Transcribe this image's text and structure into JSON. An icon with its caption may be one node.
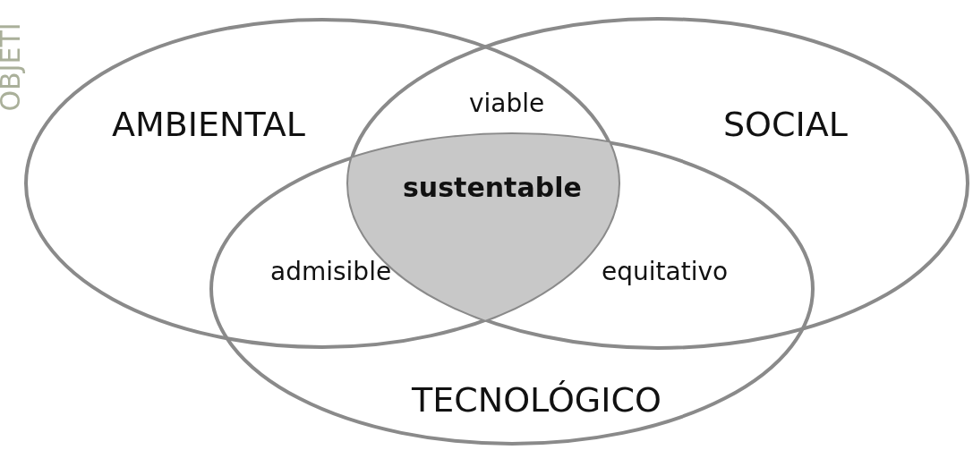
{
  "diagram": {
    "nodes": [
      {
        "text": [
          "AMBIENTAL"
        ]
      },
      {
        "text": [
          "SOCIAL"
        ]
      },
      {
        "text": [
          "TECNOLÓGICO"
        ]
      },
      {
        "text": [
          "sustentable"
        ]
      }
    ],
    "edges": [],
    "labels": [
      "OBJETI",
      "viable",
      "admisible",
      "equitativo"
    ]
  }
}
